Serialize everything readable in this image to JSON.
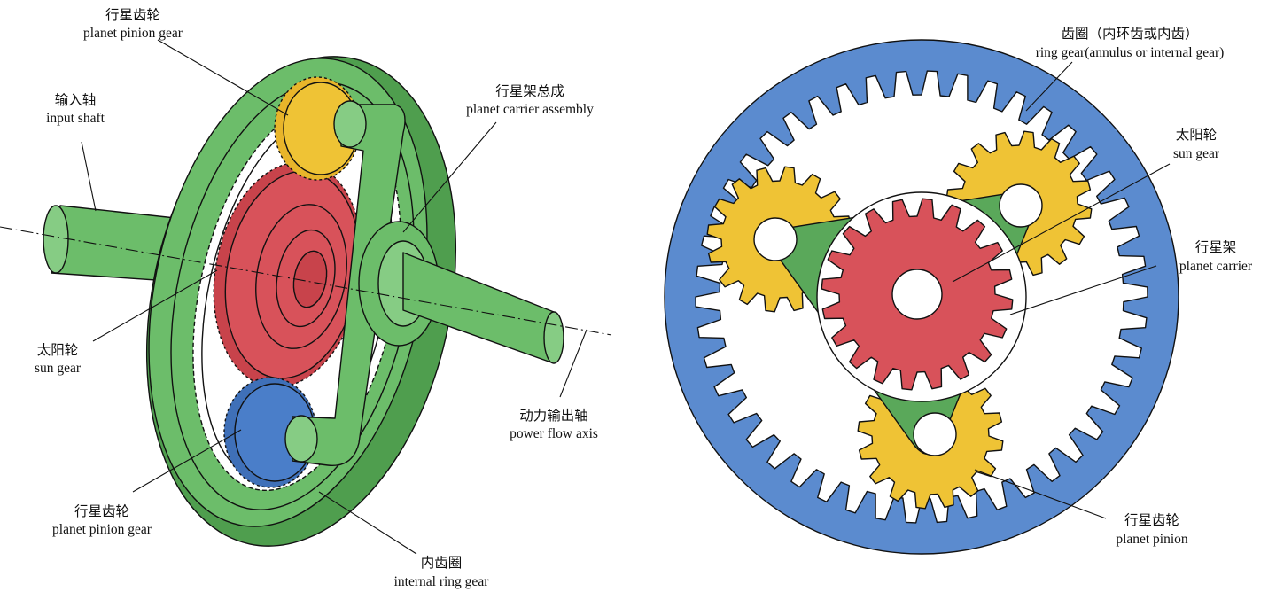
{
  "left_diagram": {
    "planet_pinion_top": {
      "zh": "行星齿轮",
      "en": "planet pinion gear"
    },
    "input_shaft": {
      "zh": "输入轴",
      "en": "input shaft"
    },
    "planet_carrier_assembly": {
      "zh": "行星架总成",
      "en": "planet carrier assembly"
    },
    "sun_gear": {
      "zh": "太阳轮",
      "en": "sun gear"
    },
    "power_flow_axis": {
      "zh": "动力输出轴",
      "en": "power flow axis"
    },
    "planet_pinion_bottom": {
      "zh": "行星齿轮",
      "en": "planet pinion gear"
    },
    "internal_ring_gear": {
      "zh": "内齿圈",
      "en": "internal ring gear"
    }
  },
  "right_diagram": {
    "ring_gear": {
      "zh": "齿圈（内环齿或内齿）",
      "en": "ring gear(annulus or internal gear)"
    },
    "sun_gear": {
      "zh": "太阳轮",
      "en": "sun gear"
    },
    "planet_carrier": {
      "zh": "行星架",
      "en": "planet carrier"
    },
    "planet_pinion": {
      "zh": "行星齿轮",
      "en": "planet pinion"
    }
  },
  "colors": {
    "green": "#6cbd6a",
    "green_dark": "#4f9e4e",
    "blue_ring": "#5b8bcf",
    "blue_gear": "#4a7ec9",
    "red": "#d8525a",
    "yellow": "#efc335",
    "outline": "#111111"
  }
}
